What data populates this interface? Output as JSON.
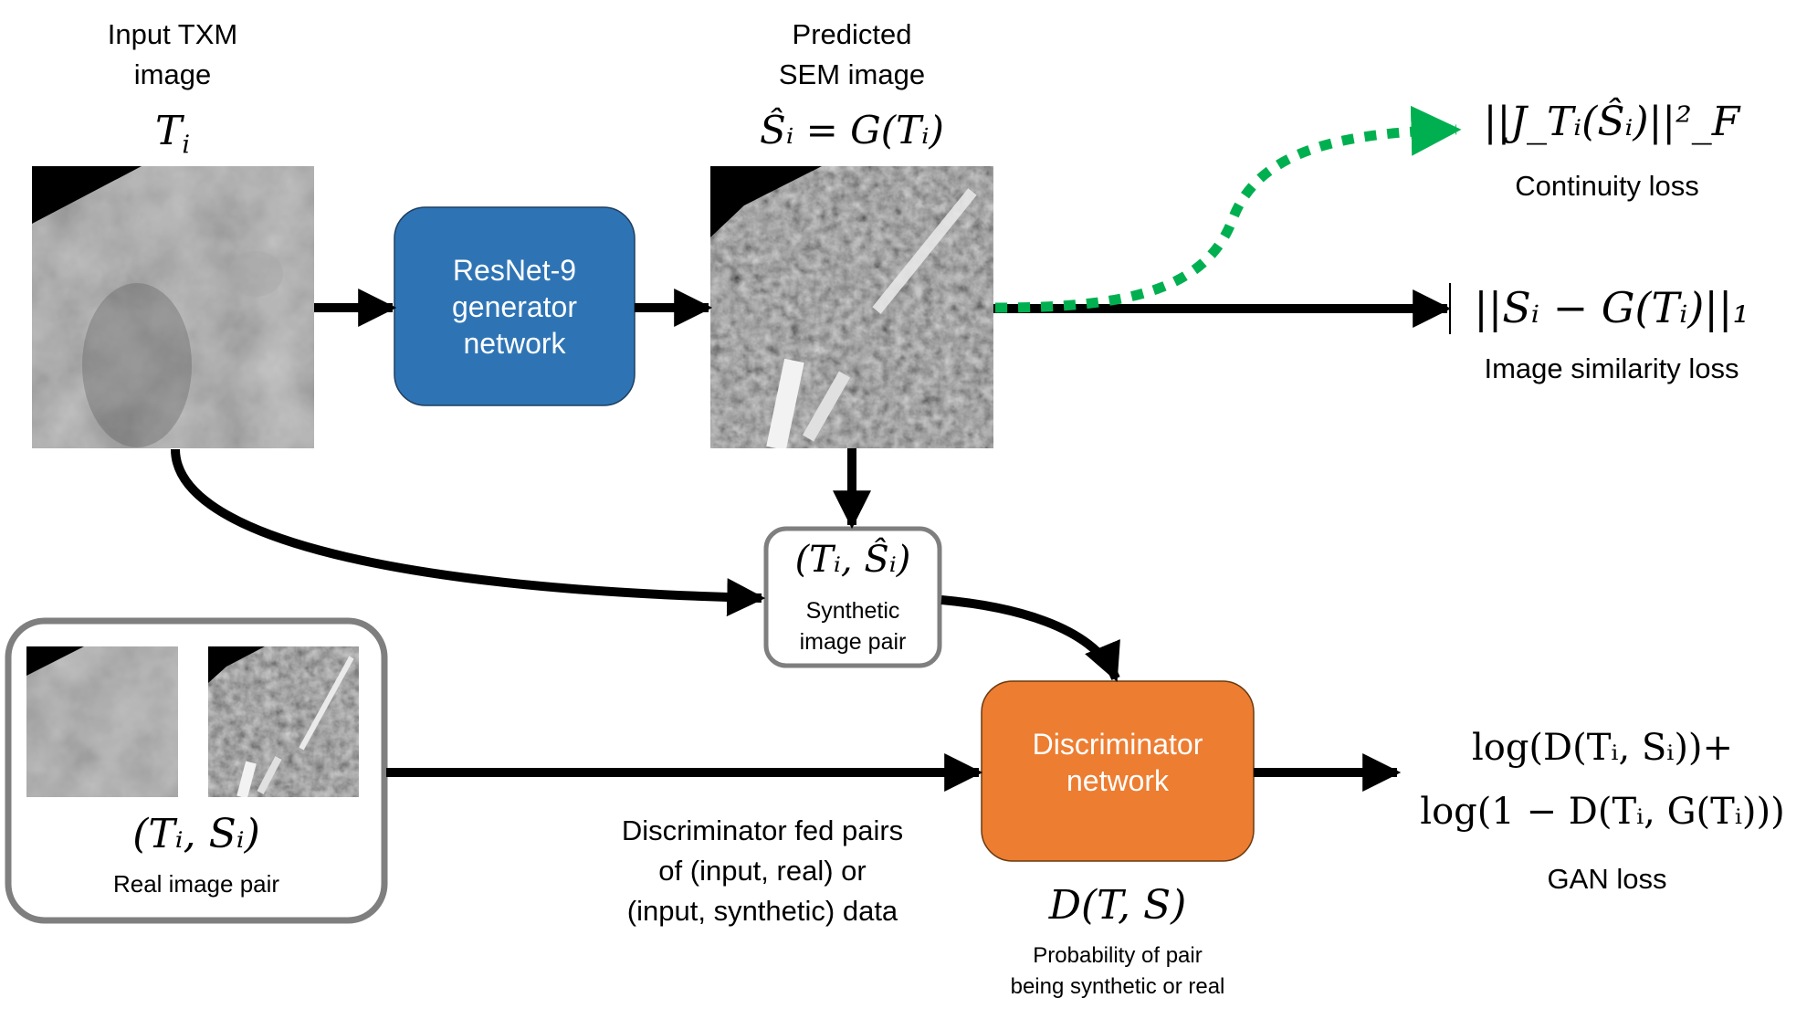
{
  "figure": {
    "input_image": {
      "title_line1": "Input TXM",
      "title_line2": "image",
      "symbol": "T",
      "symbol_sub": "i"
    },
    "generator": {
      "line1": "ResNet-9",
      "line2": "generator",
      "line3": "network",
      "color": "#2e74b5"
    },
    "predicted_image": {
      "title_line1": "Predicted",
      "title_line2": "SEM image",
      "formula": "Ŝᵢ = G(Tᵢ)"
    },
    "losses": {
      "continuity": {
        "formula": "||J_Tᵢ(Ŝᵢ)||²_F",
        "label": "Continuity loss",
        "arrow_color": "#00b050"
      },
      "similarity": {
        "formula": "||Sᵢ − G(Tᵢ)||₁",
        "label": "Image similarity loss"
      },
      "gan": {
        "formula_line1": "log(D(Tᵢ, Sᵢ))+",
        "formula_line2": "log(1 − D(Tᵢ, G(Tᵢ)))",
        "label": "GAN loss"
      }
    },
    "synthetic_pair": {
      "formula": "(Tᵢ, Ŝᵢ)",
      "line1": "Synthetic",
      "line2": "image pair"
    },
    "real_pair": {
      "formula": "(Tᵢ, Sᵢ)",
      "label": "Real image pair"
    },
    "discriminator": {
      "line1": "Discriminator",
      "line2": "network",
      "color": "#ed7d31",
      "formula": "D(T, S)",
      "desc_line1": "Probability of pair",
      "desc_line2": "being synthetic or real"
    },
    "feed_note": {
      "line1": "Discriminator fed pairs",
      "line2": "of (input, real) or",
      "line3": "(input, synthetic) data"
    }
  }
}
